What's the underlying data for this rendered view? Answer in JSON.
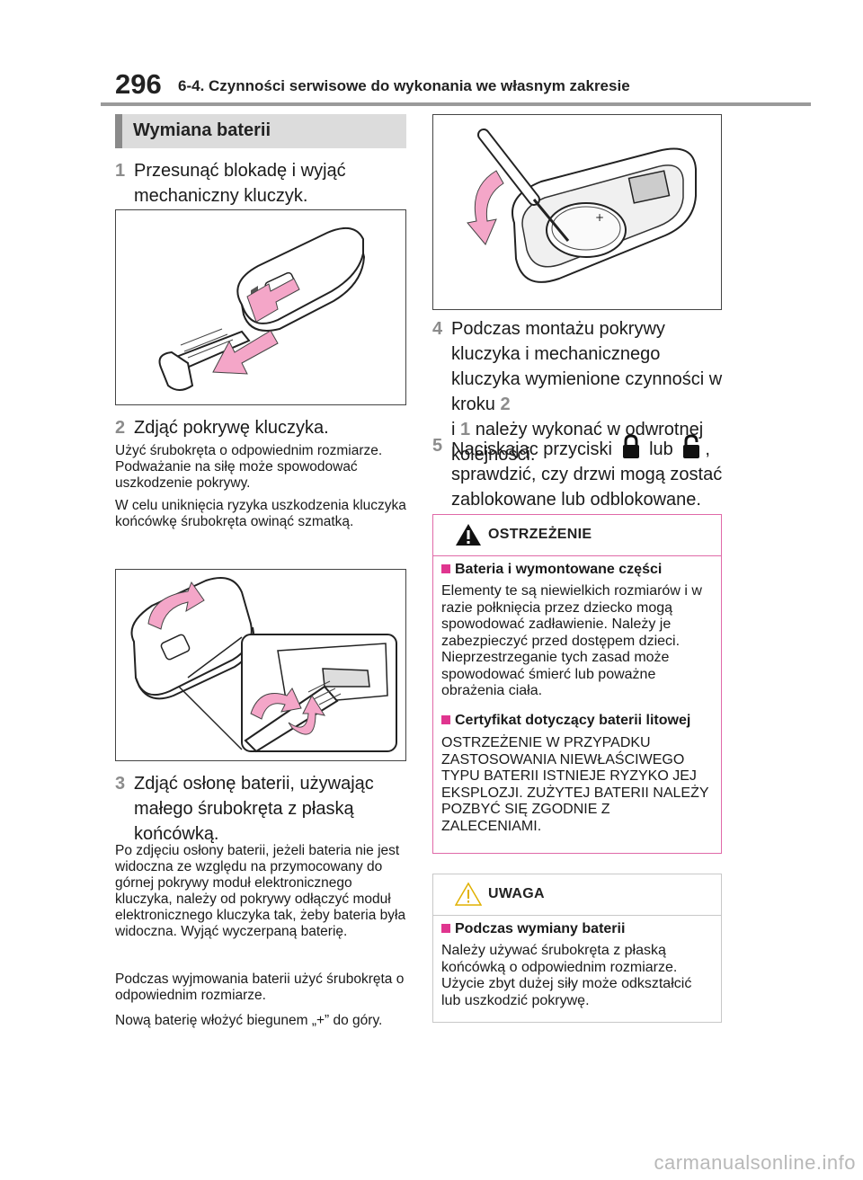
{
  "header": {
    "page_number": "296",
    "section_title": "6-4. Czynności serwisowe do wykonania we własnym zakresie"
  },
  "section": {
    "title": "Wymiana baterii"
  },
  "steps": {
    "s1": {
      "num": "1",
      "text": "Przesunąć blokadę i wyjąć mechaniczny kluczyk."
    },
    "s2": {
      "num": "2",
      "text": "Zdjąć pokrywę kluczyka."
    },
    "s2_note1": "Użyć śrubokręta o odpowiednim rozmiarze. Podważanie na siłę może spowodować uszkodzenie pokrywy.",
    "s2_note2": "W celu uniknięcia ryzyka uszkodzenia kluczyka końcówkę śrubokręta owinąć szmatką.",
    "s3": {
      "num": "3",
      "text": "Zdjąć osłonę baterii, używając małego śrubokręta z płaską końcówką."
    },
    "s3_note1": "Po zdjęciu osłony baterii, jeżeli bateria nie jest widoczna ze względu na przymocowany do górnej pokrywy moduł elektronicznego kluczyka, należy od pokrywy odłączyć moduł elektronicznego kluczyka tak, żeby bateria była widoczna. Wyjąć wyczerpaną baterię.",
    "s3_note2": "Podczas wyjmowania baterii użyć śrubokręta o odpowiednim rozmiarze.",
    "s3_note3": "Nową baterię włożyć biegunem „+” do góry.",
    "s4": {
      "num": "4",
      "text_a": "Podczas montażu pokrywy kluczyka i mechanicznego kluczyka wymienione czynności w kroku",
      "ref_a": "2",
      "text_b": "i",
      "ref_b": "1",
      "text_c": "należy wykonać w odwrotnej kolejności."
    },
    "s5": {
      "num": "5",
      "text_a": "Naciskając przyciski",
      "text_b": "lub",
      "text_c": ", sprawdzić, czy drzwi mogą zostać zablokowane lub odblokowane."
    }
  },
  "warning": {
    "label": "OSTRZEŻENIE",
    "sub1": "Bateria i wymontowane części",
    "text1": "Elementy te są niewielkich rozmiarów i w razie połknięcia przez dziecko mogą spowodować zadławienie. Należy je zabezpieczyć przed dostępem dzieci. Nieprzestrzeganie tych zasad może spowodować śmierć lub poważne obrażenia ciała.",
    "sub2": "Certyfikat dotyczący baterii litowej",
    "text2": "OSTRZEŻENIE W PRZYPADKU ZASTOSOWANIA NIEWŁAŚCIWEGO TYPU BATERII ISTNIEJE RYZYKO JEJ EKSPLOZJI. ZUŻYTEJ BATERII NALEŻY POZBYĆ SIĘ ZGODNIE Z ZALECENIAMI."
  },
  "caution": {
    "label": "UWAGA",
    "sub1": "Podczas wymiany baterii",
    "text1": "Należy używać śrubokręta z płaską końcówką o odpowiednim rozmiarze. Użycie zbyt dużej siły może odkształcić lub uszkodzić pokrywę."
  },
  "watermark": "carmanualsonline.info",
  "icons": {
    "warning": "warning-triangle-icon",
    "caution": "caution-triangle-icon",
    "lock": "lock-icon",
    "unlock": "unlock-icon"
  },
  "colors": {
    "warning_border": "#e06aa8",
    "bullet": "#e0358f",
    "step_number": "#8c8c8c",
    "section_bar": "#dcdcdc",
    "arrow_fill": "#f4a6c8"
  }
}
